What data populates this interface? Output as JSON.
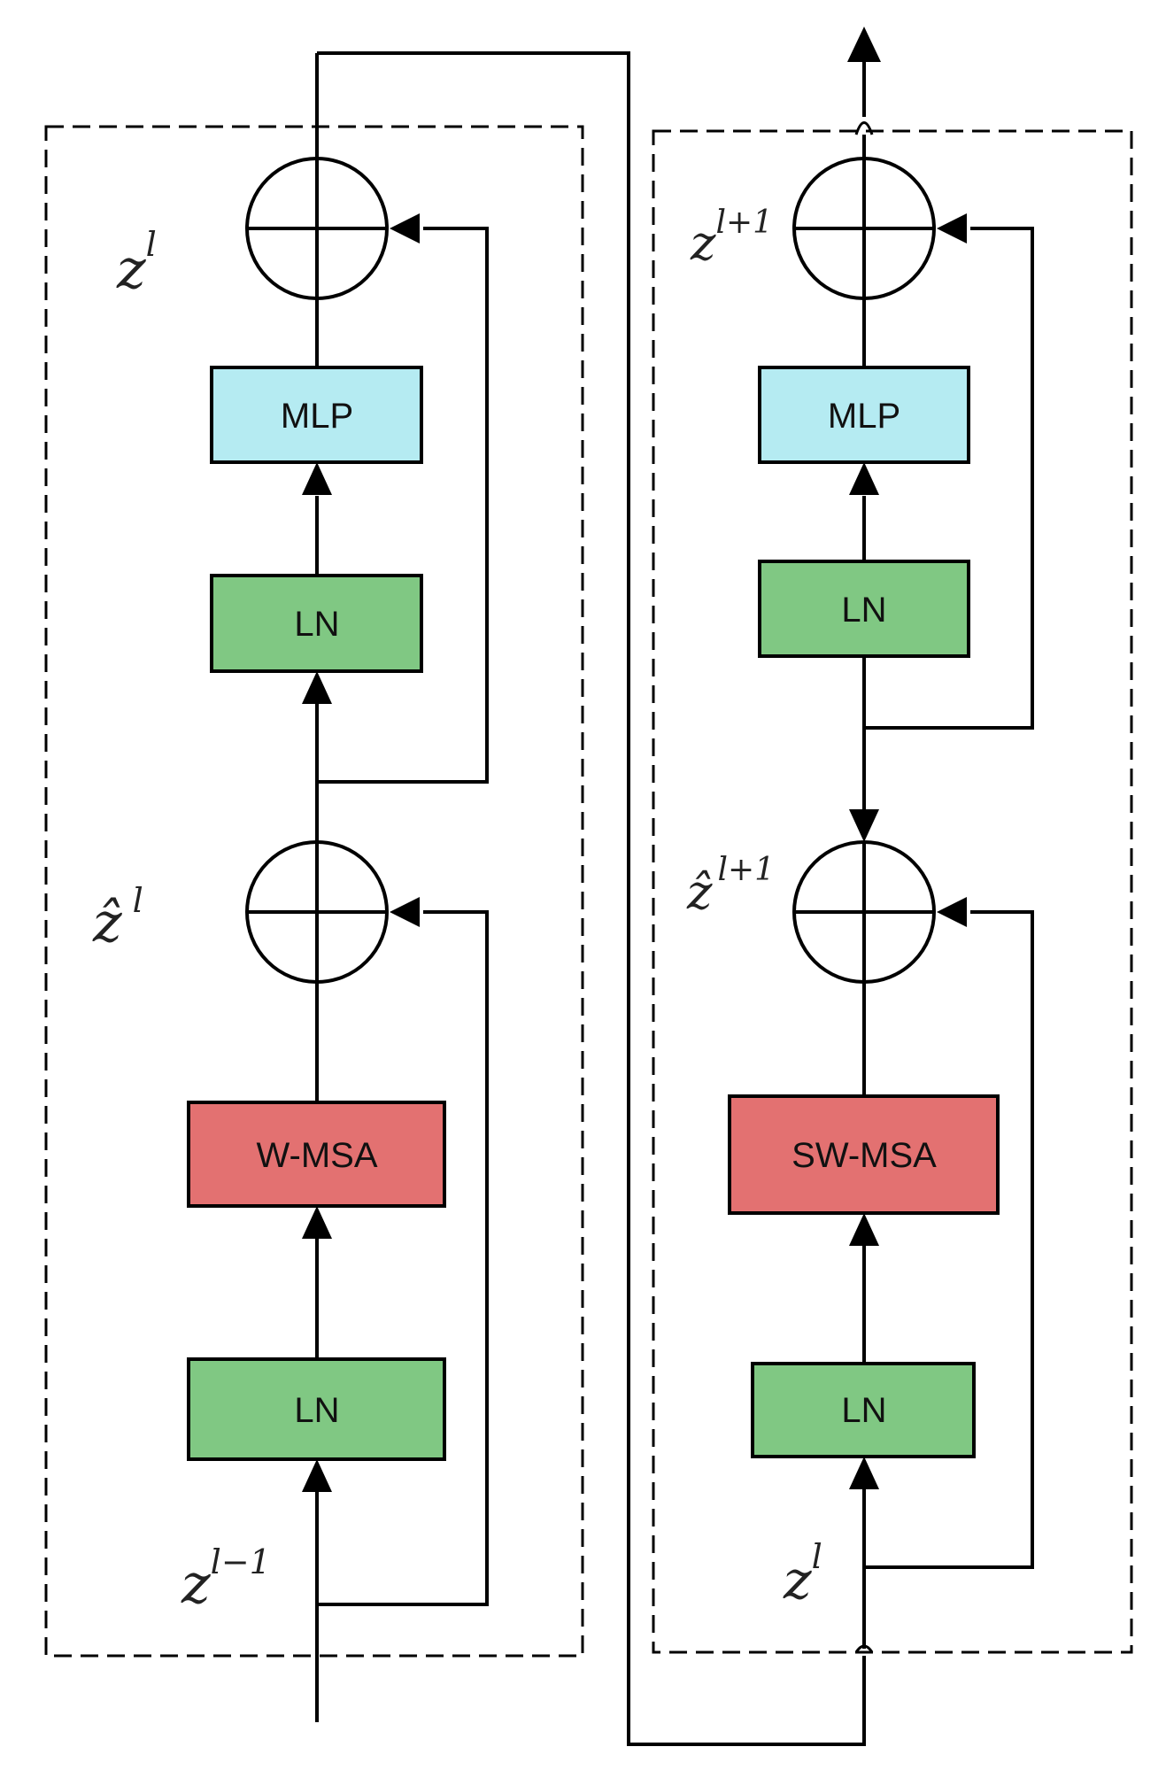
{
  "diagram": {
    "colors": {
      "mlp": "#b5ebf2",
      "ln": "#80c883",
      "attention": "#e37171",
      "stroke": "#000000",
      "background": "#ffffff"
    },
    "left_block": {
      "mlp_label": "MLP",
      "ln_top_label": "LN",
      "attn_label": "W-MSA",
      "ln_bottom_label": "LN",
      "out_sym": "z",
      "out_sup": "l",
      "mid_sym": "ẑ",
      "mid_sup": "l",
      "in_sym": "z",
      "in_sup": "l−1"
    },
    "right_block": {
      "mlp_label": "MLP",
      "ln_top_label": "LN",
      "attn_label": "SW-MSA",
      "ln_bottom_label": "LN",
      "out_sym": "z",
      "out_sup": "l+1",
      "mid_sym": "ẑ",
      "mid_sup": "l+1",
      "in_sym": "z",
      "in_sup": "l"
    }
  }
}
